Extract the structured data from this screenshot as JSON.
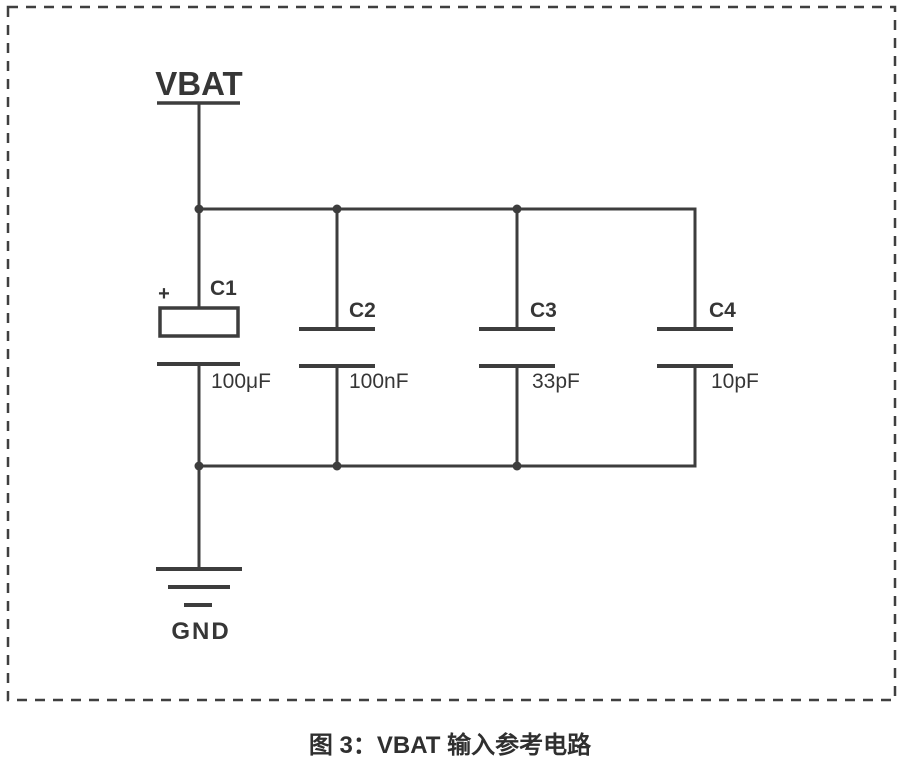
{
  "figure": {
    "caption": "图 3：VBAT 输入参考电路",
    "power_net": {
      "label": "VBAT"
    },
    "ground_net": {
      "label": "GND"
    },
    "capacitors": [
      {
        "ref": "C1",
        "value": "100μF",
        "polarity_mark": "+",
        "type": "polarized-electrolytic"
      },
      {
        "ref": "C2",
        "value": "100nF",
        "type": "ceramic"
      },
      {
        "ref": "C3",
        "value": "33pF",
        "type": "ceramic"
      },
      {
        "ref": "C4",
        "value": "10pF",
        "type": "ceramic"
      }
    ],
    "colors": {
      "line": "#3d3d3d",
      "text": "#363636",
      "caption_text": "#2f2f2f",
      "background": "#ffffff",
      "border": "#3f3f3f"
    }
  }
}
